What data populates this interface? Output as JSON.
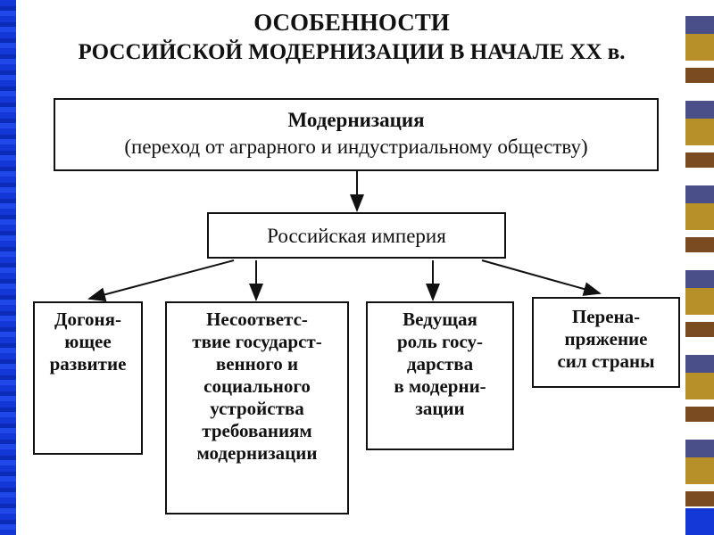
{
  "title": {
    "line1": "ОСОБЕННОСТИ",
    "line2": "РОССИЙСКОЙ МОДЕРНИЗАЦИИ В НАЧАЛЕ XX в."
  },
  "top_box": {
    "heading": "Модернизация",
    "text": "(переход от аграрного и индустриальному обществу)"
  },
  "middle_box": {
    "text": "Российская империя"
  },
  "features": [
    {
      "lines": [
        "Догоня-",
        "ющее",
        "развитие"
      ]
    },
    {
      "lines": [
        "Несоответс-",
        "твие государст-",
        "венного и",
        "социального",
        "устройства",
        "требованиям",
        "модернизации"
      ]
    },
    {
      "lines": [
        "Ведущая",
        "роль госу-",
        "дарства",
        "в модерни-",
        "зации"
      ]
    },
    {
      "lines": [
        "Перена-",
        "пряжение",
        "сил страны"
      ]
    }
  ]
}
